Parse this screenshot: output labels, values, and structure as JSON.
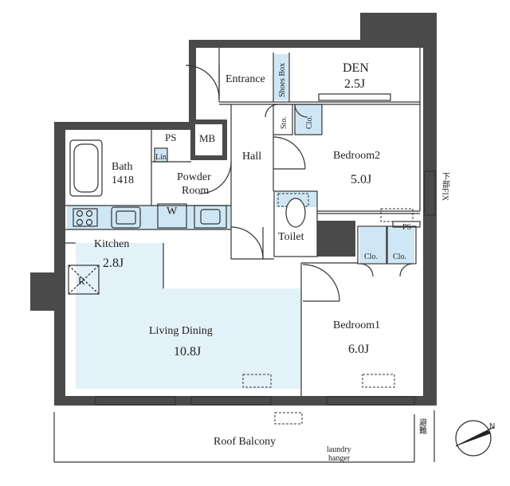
{
  "colors": {
    "wall": "#4a4a4a",
    "wall_light": "#8f8f8f",
    "floor_wood": "#e3f1f8",
    "floor_tile": "#cfe7f4",
    "line": "#333333",
    "background": "#ffffff"
  },
  "rooms": {
    "entrance": "Entrance",
    "shoes_box": "Shoes Box",
    "den": {
      "name": "DEN",
      "size": "2.5J"
    },
    "sto": "Sto.",
    "clo_den": "Clo.",
    "ps_top": "PS",
    "mb": "MB",
    "bath": {
      "name": "Bath",
      "code": "1418"
    },
    "lin": "Lin.",
    "powder_room": {
      "line1": "Powder",
      "line2": "Room"
    },
    "hall": "Hall",
    "bedroom2": {
      "name": "Bedroom2",
      "size": "5.0J"
    },
    "washer": "W",
    "toilet": "Toilet",
    "ps_right": "PS",
    "clo_b1_left": "Clo.",
    "clo_b1_right": "Clo.",
    "kitchen": {
      "name": "Kitchen",
      "size": "2.8J"
    },
    "fridge": "R",
    "living_dining": {
      "name": "Living Dining",
      "size": "10.8J"
    },
    "bedroom1": {
      "name": "Bedroom1",
      "size": "6.0J"
    },
    "roof_balcony": "Roof Balcony",
    "laundry": {
      "line1": "laundry",
      "line2": "hanger"
    },
    "fix_note": "下部FIX",
    "evac_note": "避難"
  },
  "compass": {
    "icon": "north-arrow-icon"
  }
}
